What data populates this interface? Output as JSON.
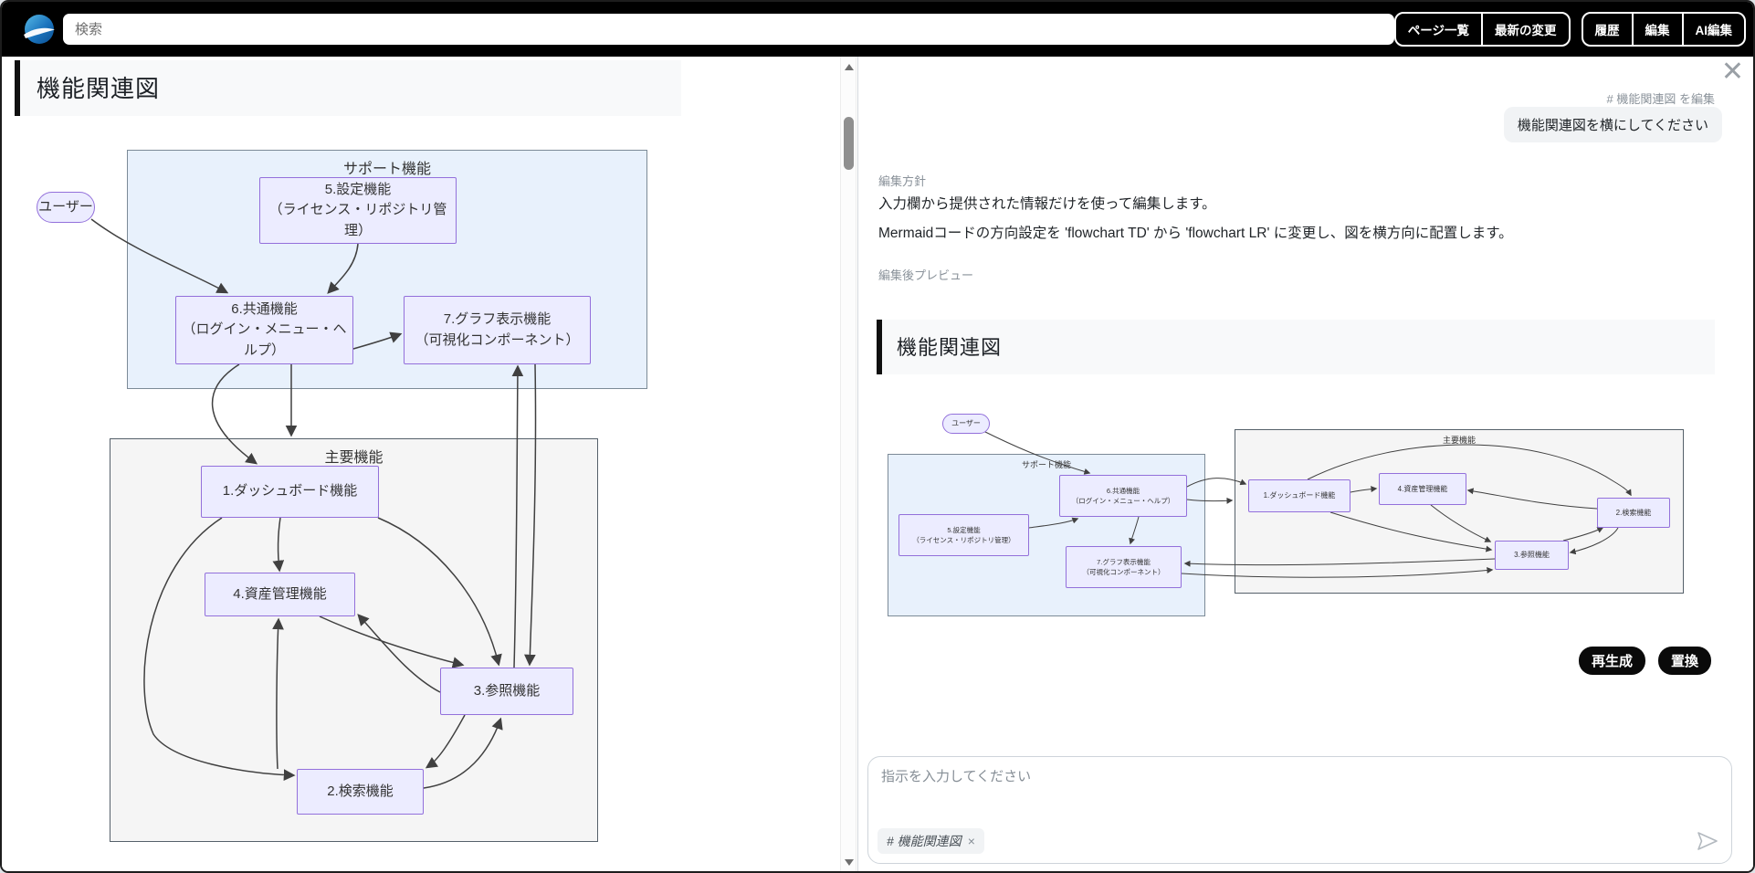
{
  "topbar": {
    "search_placeholder": "検索",
    "nav_group_left": [
      {
        "label": "ページ一覧"
      },
      {
        "label": "最新の変更"
      }
    ],
    "nav_group_right": [
      {
        "label": "履歴"
      },
      {
        "label": "編集"
      },
      {
        "label": "AI編集"
      }
    ]
  },
  "page": {
    "title": "機能関連図"
  },
  "diagram": {
    "user": "ユーザー",
    "subgraph_support": "サポート機能",
    "subgraph_main": "主要機能",
    "node1": "1.ダッシュボード機能",
    "node2": "2.検索機能",
    "node3": "3.参照機能",
    "node4": "4.資産管理機能",
    "node5_l1": "5.設定機能",
    "node5_l2": "（ライセンス・リポジトリ管理）",
    "node6_l1": "6.共通機能",
    "node6_l2": "（ログイン・メニュー・ヘルプ）",
    "node7_l1": "7.グラフ表示機能",
    "node7_l2": "（可視化コンポーネント）"
  },
  "ai_panel": {
    "close_icon": "✕",
    "edit_target_label": "# 機能関連図 を編集",
    "user_message": "機能関連図を横にしてください",
    "policy_label": "編集方針",
    "policy_line1": "入力欄から提供された情報だけを使って編集します。",
    "policy_line2": "Mermaidコードの方向設定を 'flowchart TD' から 'flowchart LR' に変更し、図を横方向に配置します。",
    "preview_label": "編集後プレビュー",
    "preview_title": "機能関連図",
    "regenerate_button": "再生成",
    "replace_button": "置換",
    "input_placeholder": "指示を入力してください",
    "context_chip_label": "# 機能関連図",
    "context_chip_remove": "×"
  },
  "colors": {
    "topbar_bg": "#000000",
    "node_fill": "#ECECFF",
    "node_border": "#9370DB",
    "subgraph_support_fill": "#e8f1fc",
    "subgraph_main_fill": "#f5f5f5",
    "edge_stroke": "#404040",
    "header_band": "#f8f9fa",
    "bubble_bg": "#f1f3f5"
  }
}
